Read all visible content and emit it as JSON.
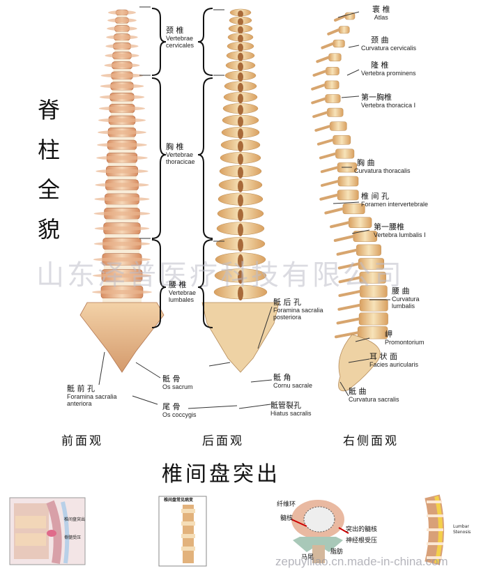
{
  "title_side": [
    "脊",
    "柱",
    "全",
    "貌"
  ],
  "bottom_title": "椎间盘突出",
  "watermark": "山东泽普医疗科技有限公司",
  "watermark_url": "zepuyiliao.cn.made-in-china.com",
  "views": {
    "front": "前面观",
    "back": "后面观",
    "side": "右侧面观"
  },
  "labels": {
    "cervical": {
      "cn": "颈 椎",
      "la1": "Vertebrae",
      "la2": "cervicales"
    },
    "thoracic": {
      "cn": "胸 椎",
      "la1": "Vertebrae",
      "la2": "thoracicae"
    },
    "lumbar": {
      "cn": "腰 椎",
      "la1": "Vertebrae",
      "la2": "lumbales"
    },
    "foramina_ant": {
      "cn": "骶 前 孔",
      "la1": "Foramina sacralia",
      "la2": "anteriora"
    },
    "sacrum": {
      "cn": "骶 骨",
      "la1": "Os sacrum"
    },
    "coccyx": {
      "cn": "尾 骨",
      "la1": "Os coccygis"
    },
    "foramina_post": {
      "cn": "骶 后 孔",
      "la1": "Foramina sacralia",
      "la2": "posteriora"
    },
    "cornu": {
      "cn": "骶 角",
      "la1": "Cornu sacrale"
    },
    "hiatus": {
      "cn": "骶管裂孔",
      "la1": "Hiatus sacralis"
    },
    "atlas": {
      "cn": "寰 椎",
      "la1": "Atlas"
    },
    "curv_cerv": {
      "cn": "颈 曲",
      "la1": "Curvatura cervicalis"
    },
    "prominens": {
      "cn": "隆 椎",
      "la1": "Vertebra prominens"
    },
    "first_thor": {
      "cn": "第一胸椎",
      "la1": "Vertebra thoracica Ⅰ"
    },
    "curv_thor": {
      "cn": "胸 曲",
      "la1": "Curvatura thoracalis"
    },
    "foramen_iv": {
      "cn": "椎 间 孔",
      "la1": "Foramen intervertebrale"
    },
    "first_lumb": {
      "cn": "第一腰椎",
      "la1": "Vertebra lumbalis Ⅰ"
    },
    "curv_lumb": {
      "cn": "腰 曲",
      "la1": "Curvatura",
      "la2": "lumbalis"
    },
    "promontorium": {
      "cn": "岬",
      "la1": "Promontorium"
    },
    "auricular": {
      "cn": "耳 状 面",
      "la1": "Facies auricularis"
    },
    "curv_sacr": {
      "cn": "骶 曲",
      "la1": "Curvatura sacralis"
    }
  },
  "thumbs": {
    "t1_a": "椎间盘突出",
    "t1_b": "脊髓受压",
    "t2_title": "椎间盘常见病变",
    "t3_annulus": "纤维环",
    "t3_nucleus": "髓核",
    "t3_prolapse": "突出的髓核",
    "t3_nerve": "神经根受压",
    "t3_fat": "脂肪",
    "t3_cauda": "马尾",
    "t4_a": "Lumbar",
    "t4_b": "Stenosis"
  },
  "colors": {
    "bone_light": "#f3dcb8",
    "bone_mid": "#e0a878",
    "bone_dark": "#c0784a",
    "disc": "#f6e7d2"
  }
}
